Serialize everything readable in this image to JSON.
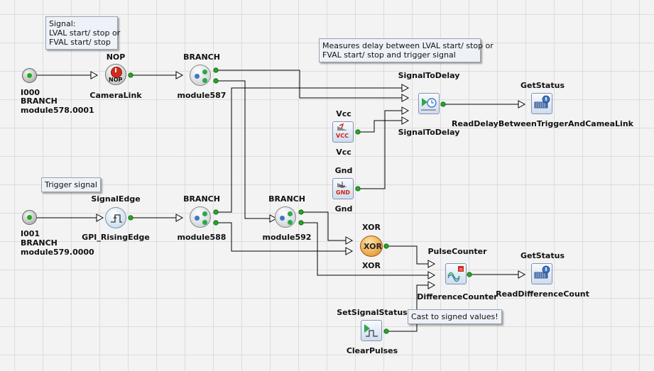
{
  "comments": {
    "signal": [
      "Signal:",
      "LVAL start/ stop or",
      "FVAL start/ stop"
    ],
    "measures": [
      "Measures delay between LVAL start/ stop or",
      "FVAL start/ stop and trigger signal"
    ],
    "trigger": "Trigger signal",
    "cast": "Cast to signed values!"
  },
  "nodes": {
    "i000": {
      "name": "I000",
      "type": "BRANCH",
      "id": "module578.0001"
    },
    "i001": {
      "name": "I001",
      "type": "BRANCH",
      "id": "module579.0000"
    },
    "nop": {
      "type": "NOP",
      "name": "CameraLink",
      "icon_text": "NOP"
    },
    "signal_edge": {
      "type": "SignalEdge",
      "name": "GPI_RisingEdge"
    },
    "branch587": {
      "type": "BRANCH",
      "name": "module587"
    },
    "branch588": {
      "type": "BRANCH",
      "name": "module588"
    },
    "branch592": {
      "type": "BRANCH",
      "name": "module592"
    },
    "signal_to_delay": {
      "type": "SignalToDelay",
      "name": "SignalToDelay"
    },
    "get_status_1": {
      "type": "GetStatus",
      "name": "ReadDelayBetweenTriggerAndCameaLink"
    },
    "vcc": {
      "type": "Vcc",
      "name": "Vcc",
      "icon_text": "VCC"
    },
    "gnd": {
      "type": "Gnd",
      "name": "Gnd",
      "icon_text": "GND"
    },
    "xor": {
      "type": "XOR",
      "name": "XOR",
      "icon_text": "XOR"
    },
    "pulse_counter": {
      "type": "PulseCounter",
      "name": "DifferenceCounter"
    },
    "get_status_2": {
      "type": "GetStatus",
      "name": "ReadDifferenceCount"
    },
    "set_signal_status": {
      "type": "SetSignalStatus",
      "name": "ClearPulses"
    }
  },
  "colors": {
    "port_fill": "#22aa22",
    "wire": "#000000",
    "comment_bg": "#eef2f8",
    "nop_red": "#d42a1e",
    "xor_orange": "#f0a030"
  }
}
